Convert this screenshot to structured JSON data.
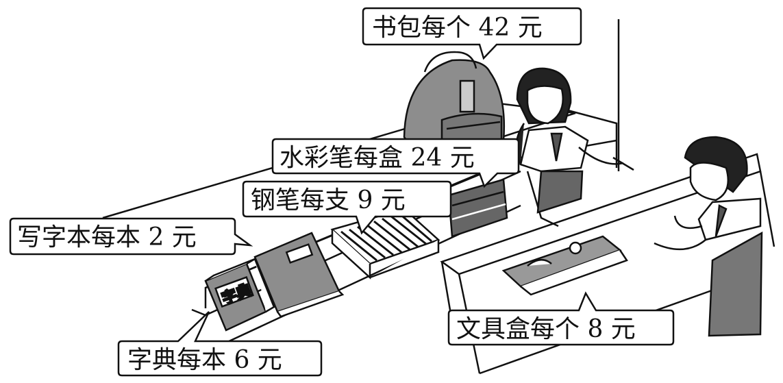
{
  "labels": {
    "backpack": "书包每个 42 元",
    "watercolor": "水彩笔每盒 24 元",
    "pen": "钢笔每支 9 元",
    "notebook": "写字本每本 2 元",
    "dictionary": "字典每本 6 元",
    "pencilcase": "文具盒每个 8 元"
  },
  "dictionary_cover": "字典",
  "colors": {
    "line": "#111111",
    "shade": "#9a9a9a",
    "dark": "#555555",
    "light": "#d8d8d8"
  }
}
